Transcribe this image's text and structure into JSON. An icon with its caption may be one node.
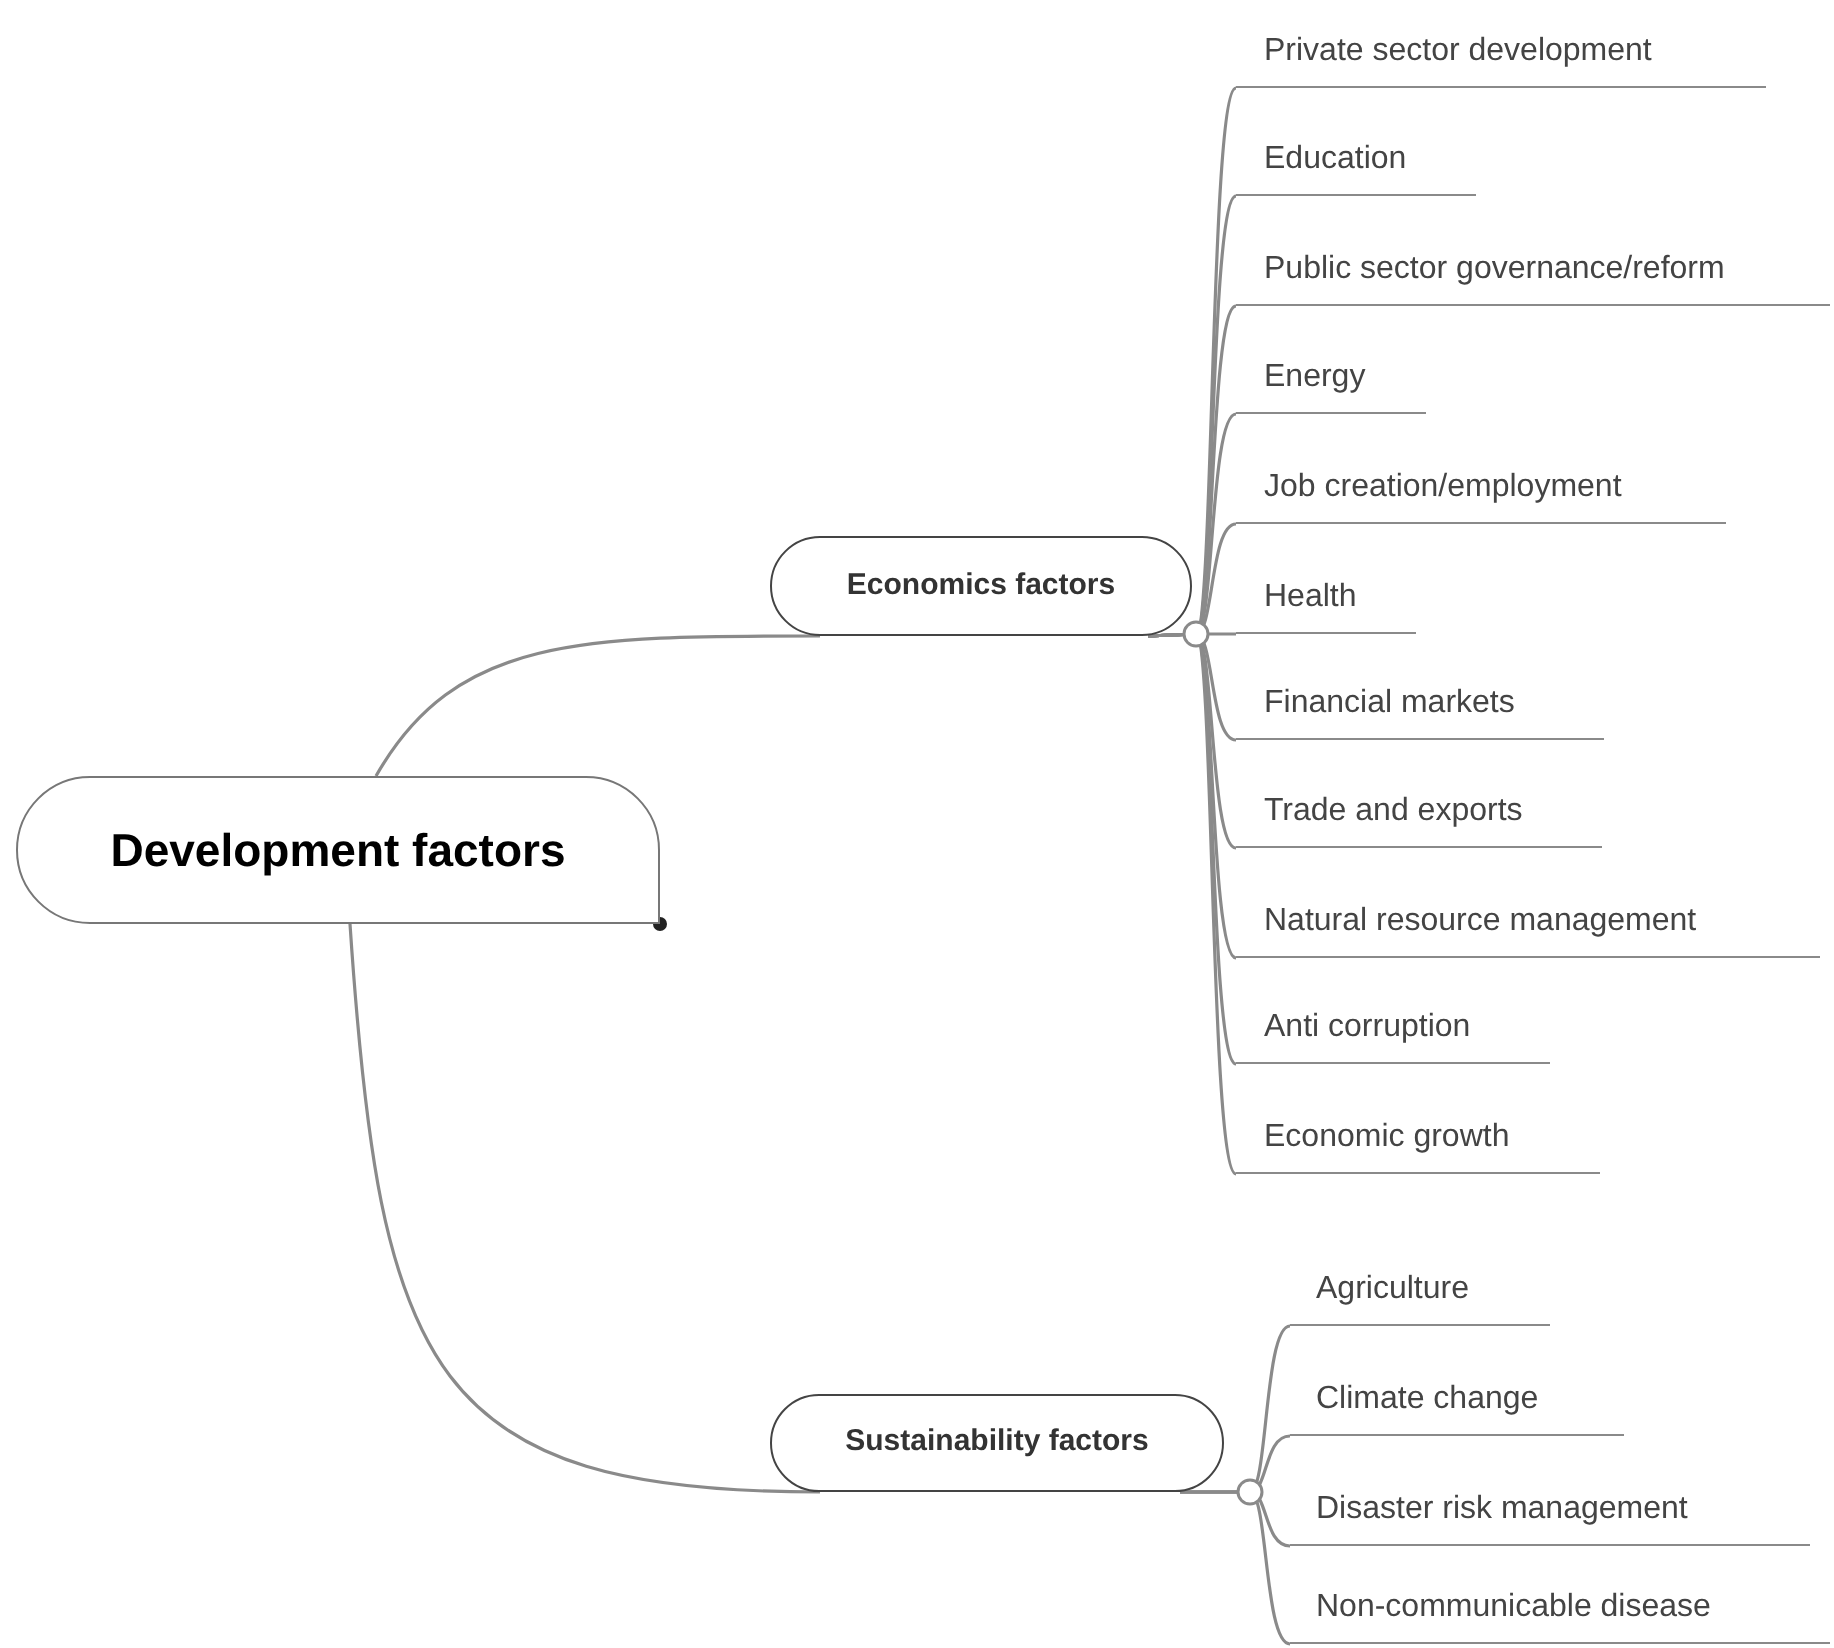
{
  "diagram": {
    "nodes": [
      {
        "text": [
          "Development factors"
        ]
      },
      {
        "text": [
          "Economics factors"
        ]
      },
      {
        "text": [
          "Private sector development"
        ]
      },
      {
        "text": [
          "Education"
        ]
      },
      {
        "text": [
          "Public sector governance/reform"
        ]
      },
      {
        "text": [
          "Energy"
        ]
      },
      {
        "text": [
          "Job creation/employment"
        ]
      },
      {
        "text": [
          "Health"
        ]
      },
      {
        "text": [
          "Financial markets"
        ]
      },
      {
        "text": [
          "Trade and exports"
        ]
      },
      {
        "text": [
          "Natural resource management"
        ]
      },
      {
        "text": [
          "Anti corruption"
        ]
      },
      {
        "text": [
          "Economic growth"
        ]
      },
      {
        "text": [
          "Sustainability factors"
        ]
      },
      {
        "text": [
          "Agriculture"
        ]
      },
      {
        "text": [
          "Climate change"
        ]
      },
      {
        "text": [
          "Disaster risk management"
        ]
      },
      {
        "text": [
          "Non-communicable disease"
        ]
      }
    ],
    "edges": [
      {
        "from": 0,
        "to": 1,
        "arrow": "none"
      },
      {
        "from": 1,
        "to": 2,
        "arrow": "none"
      },
      {
        "from": 1,
        "to": 3,
        "arrow": "none"
      },
      {
        "from": 1,
        "to": 4,
        "arrow": "none"
      },
      {
        "from": 1,
        "to": 5,
        "arrow": "none"
      },
      {
        "from": 1,
        "to": 6,
        "arrow": "none"
      },
      {
        "from": 1,
        "to": 7,
        "arrow": "none"
      },
      {
        "from": 1,
        "to": 8,
        "arrow": "none"
      },
      {
        "from": 1,
        "to": 9,
        "arrow": "none"
      },
      {
        "from": 1,
        "to": 10,
        "arrow": "none"
      },
      {
        "from": 1,
        "to": 11,
        "arrow": "none"
      },
      {
        "from": 1,
        "to": 12,
        "arrow": "none"
      },
      {
        "from": 0,
        "to": 13,
        "arrow": "none"
      },
      {
        "from": 13,
        "to": 14,
        "arrow": "none"
      },
      {
        "from": 13,
        "to": 15,
        "arrow": "none"
      },
      {
        "from": 13,
        "to": 16,
        "arrow": "none"
      },
      {
        "from": 13,
        "to": 17,
        "arrow": "none"
      }
    ]
  }
}
